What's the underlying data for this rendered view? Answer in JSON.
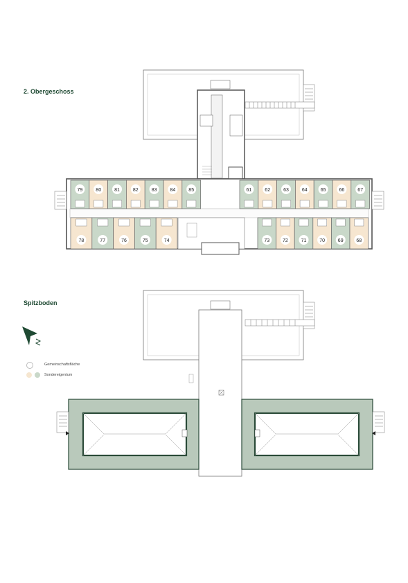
{
  "sections": [
    {
      "title": "2. Obergeschoss"
    },
    {
      "title": "Spitzboden"
    }
  ],
  "legend": [
    {
      "label": "Gemeinschaftsfläche",
      "colors": [
        "#ffffff"
      ]
    },
    {
      "label": "Sondereigentum",
      "colors": [
        "#f6e6d0",
        "#c9d8c9"
      ]
    }
  ],
  "colors": {
    "title": "#1f4a33",
    "wall": "#555555",
    "sage": "#c9d8c9",
    "cream": "#f6e6d0",
    "roof": "#b9c9bb",
    "roof_dark": "#2a4a38",
    "compass": "#1f4a33"
  },
  "units": {
    "north_left": [
      {
        "num": "79",
        "tone": "sage"
      },
      {
        "num": "80",
        "tone": "cream"
      },
      {
        "num": "81",
        "tone": "sage"
      },
      {
        "num": "82",
        "tone": "cream"
      },
      {
        "num": "83",
        "tone": "sage"
      },
      {
        "num": "84",
        "tone": "cream"
      },
      {
        "num": "85",
        "tone": "sage"
      }
    ],
    "north_right": [
      {
        "num": "61",
        "tone": "sage"
      },
      {
        "num": "62",
        "tone": "cream"
      },
      {
        "num": "63",
        "tone": "sage"
      },
      {
        "num": "64",
        "tone": "cream"
      },
      {
        "num": "65",
        "tone": "sage"
      },
      {
        "num": "66",
        "tone": "cream"
      },
      {
        "num": "67",
        "tone": "sage"
      }
    ],
    "south_left": [
      {
        "num": "78",
        "tone": "cream"
      },
      {
        "num": "77",
        "tone": "sage"
      },
      {
        "num": "76",
        "tone": "cream"
      },
      {
        "num": "75",
        "tone": "sage"
      },
      {
        "num": "74",
        "tone": "cream"
      }
    ],
    "south_right": [
      {
        "num": "73",
        "tone": "sage"
      },
      {
        "num": "72",
        "tone": "cream"
      },
      {
        "num": "71",
        "tone": "sage"
      },
      {
        "num": "70",
        "tone": "cream"
      },
      {
        "num": "69",
        "tone": "sage"
      },
      {
        "num": "68",
        "tone": "cream"
      }
    ]
  }
}
